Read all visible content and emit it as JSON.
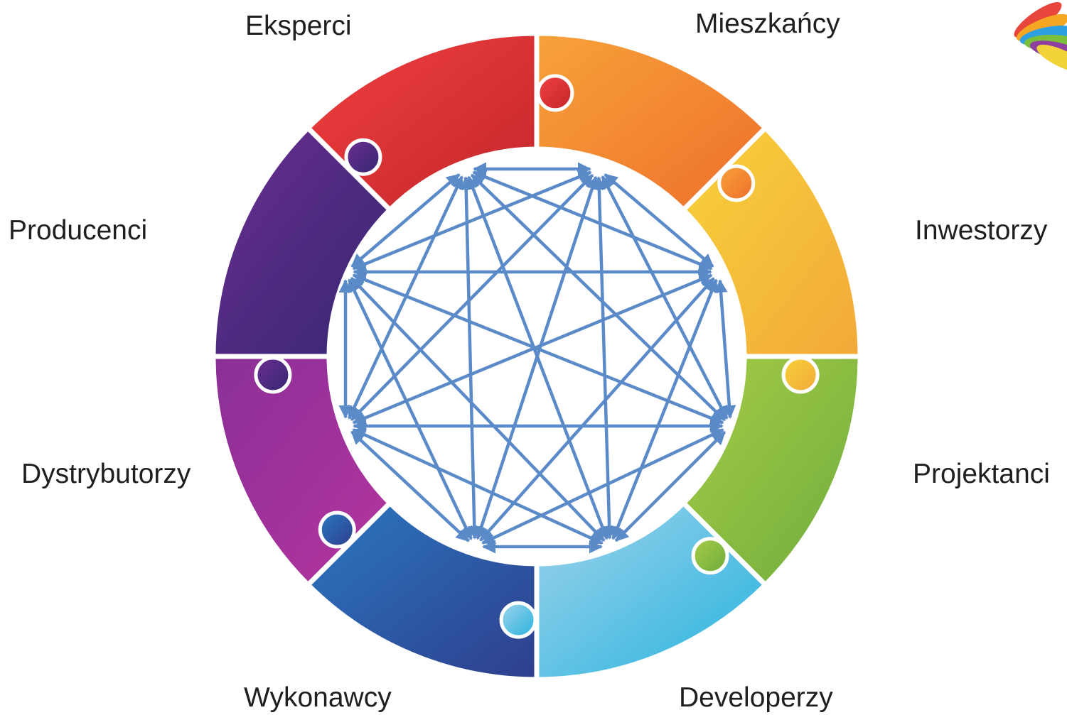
{
  "diagram": {
    "labels": {
      "eksperci": "Eksperci",
      "mieszkancy": "Mieszkańcy",
      "inwestorzy": "Inwestorzy",
      "projektanci": "Projektanci",
      "developerzy": "Developerzy",
      "wykonawcy": "Wykonawcy",
      "dystrybutorzy": "Dystrybutorzy",
      "producenci": "Producenci"
    },
    "segment_colors": {
      "eksperci": [
        "#f04040",
        "#c4262c"
      ],
      "mieszkancy": [
        "#f7a23a",
        "#ee6f2b"
      ],
      "inwestorzy": [
        "#f8d23a",
        "#f2a93a"
      ],
      "projektanci": [
        "#a6cc46",
        "#6eac3e"
      ],
      "developerzy": [
        "#9fd3ea",
        "#27b3df"
      ],
      "wykonawcy": [
        "#2b78c2",
        "#2e3e8c"
      ],
      "dystrybutorzy": [
        "#8a2f98",
        "#b5359d"
      ],
      "producenci": [
        "#6b2e91",
        "#352772"
      ]
    },
    "arrow_color": "#5b8ac9",
    "connection": "bidirectional arrows between every pair of stakeholders"
  }
}
